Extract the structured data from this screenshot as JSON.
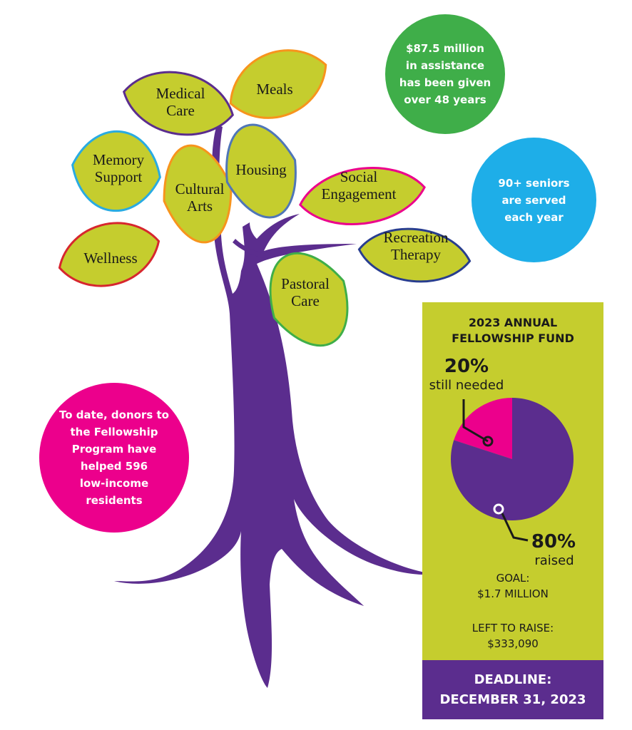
{
  "leaves": [
    {
      "id": "medical-care",
      "label_lines": [
        "Medical",
        "Care"
      ],
      "border_color": "#5b2d8e"
    },
    {
      "id": "meals",
      "label_lines": [
        "Meals"
      ],
      "border_color": "#f7941d"
    },
    {
      "id": "memory-support",
      "label_lines": [
        "Memory",
        "Support"
      ],
      "border_color": "#29abe2"
    },
    {
      "id": "cultural-arts",
      "label_lines": [
        "Cultural",
        "Arts"
      ],
      "border_color": "#f7941d"
    },
    {
      "id": "housing",
      "label_lines": [
        "Housing"
      ],
      "border_color": "#4f76b8"
    },
    {
      "id": "social-engagement",
      "label_lines": [
        "Social",
        "Engagement"
      ],
      "border_color": "#ec008c"
    },
    {
      "id": "wellness",
      "label_lines": [
        "Wellness"
      ],
      "border_color": "#d7262e"
    },
    {
      "id": "recreation-therapy",
      "label_lines": [
        "Recreation",
        "Therapy"
      ],
      "border_color": "#283d8f"
    },
    {
      "id": "pastoral-care",
      "label_lines": [
        "Pastoral",
        "Care"
      ],
      "border_color": "#3fae49"
    }
  ],
  "circles": {
    "assistance": "$87.5 million\nin assistance\nhas been given\nover 48 years",
    "seniors": "90+ seniors\nare served\neach year",
    "donors": "To date, donors to\nthe Fellowship\nProgram have\nhelped 596\nlow-income\nresidents"
  },
  "fund": {
    "title": "2023 ANNUAL\nFELLOWSHIP FUND",
    "goal_label": "GOAL:",
    "goal_value": "$1.7 MILLION",
    "left_label": "LEFT TO RAISE:",
    "left_value": "$333,090",
    "deadline": "DEADLINE:\nDECEMBER 31, 2023"
  },
  "colors": {
    "leaf_fill": "#c5cd2e",
    "trunk": "#5b2d8e",
    "panel": "#c5cd2e",
    "needed": "#ec008c",
    "raised": "#5b2d8e"
  },
  "chart_data": {
    "type": "pie",
    "title": "2023 ANNUAL FELLOWSHIP FUND",
    "slices": [
      {
        "label": "still needed",
        "value": 20,
        "display": "20%",
        "color": "#ec008c"
      },
      {
        "label": "raised",
        "value": 80,
        "display": "80%",
        "color": "#5b2d8e"
      }
    ]
  }
}
